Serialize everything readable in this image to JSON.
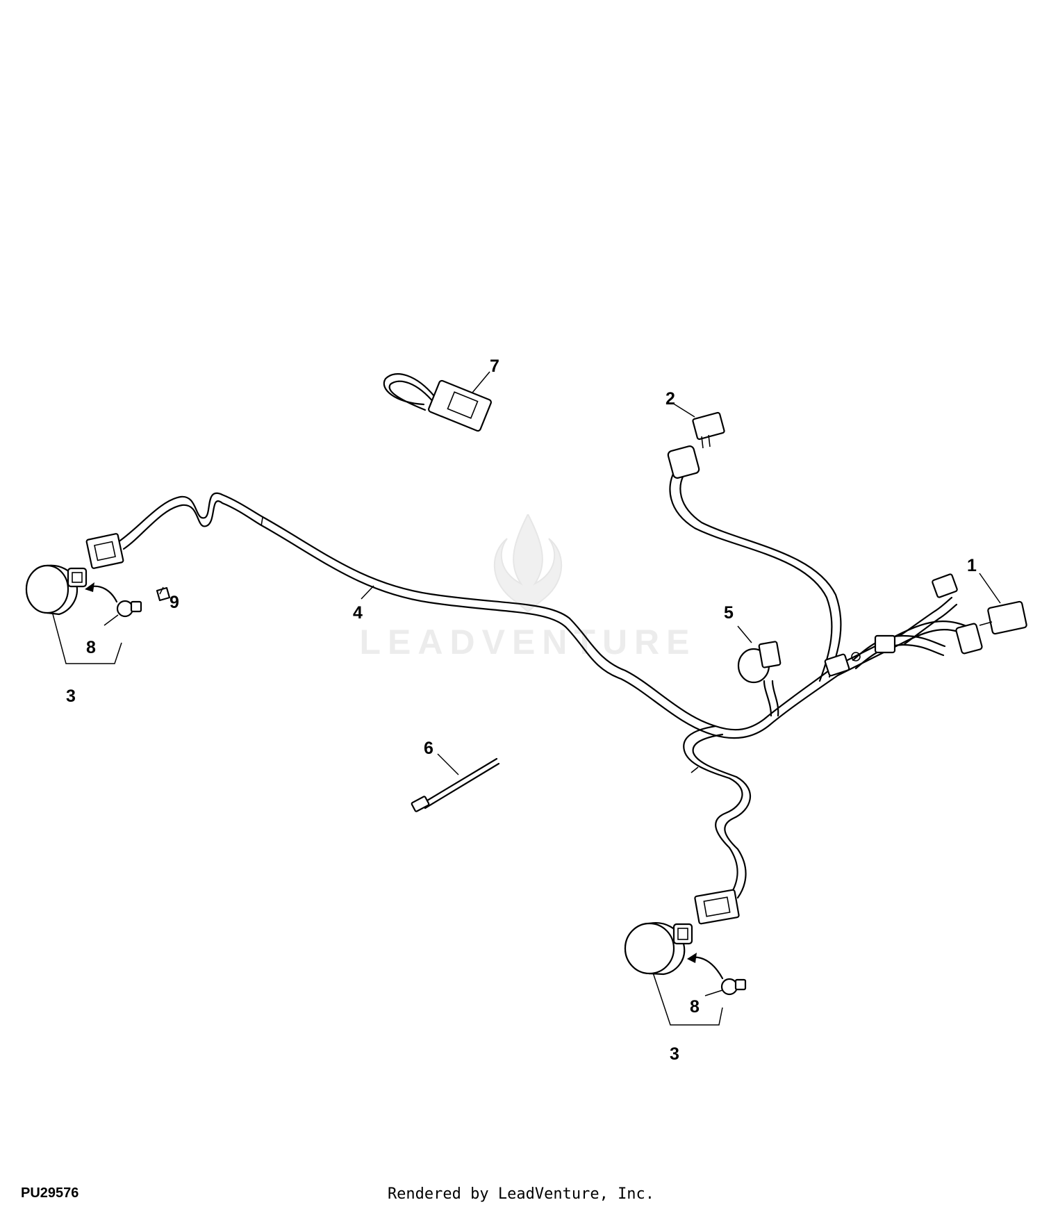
{
  "diagram": {
    "callouts": {
      "c1": "1",
      "c2": "2",
      "c3a": "3",
      "c3b": "3",
      "c4": "4",
      "c5": "5",
      "c6": "6",
      "c7": "7",
      "c8a": "8",
      "c8b": "8",
      "c9": "9"
    }
  },
  "watermark": {
    "text": "LEADVENTURE",
    "icon": "flame-logo-icon"
  },
  "footer": {
    "figure_id": "PU29576",
    "credit": "Rendered by LeadVenture, Inc."
  }
}
